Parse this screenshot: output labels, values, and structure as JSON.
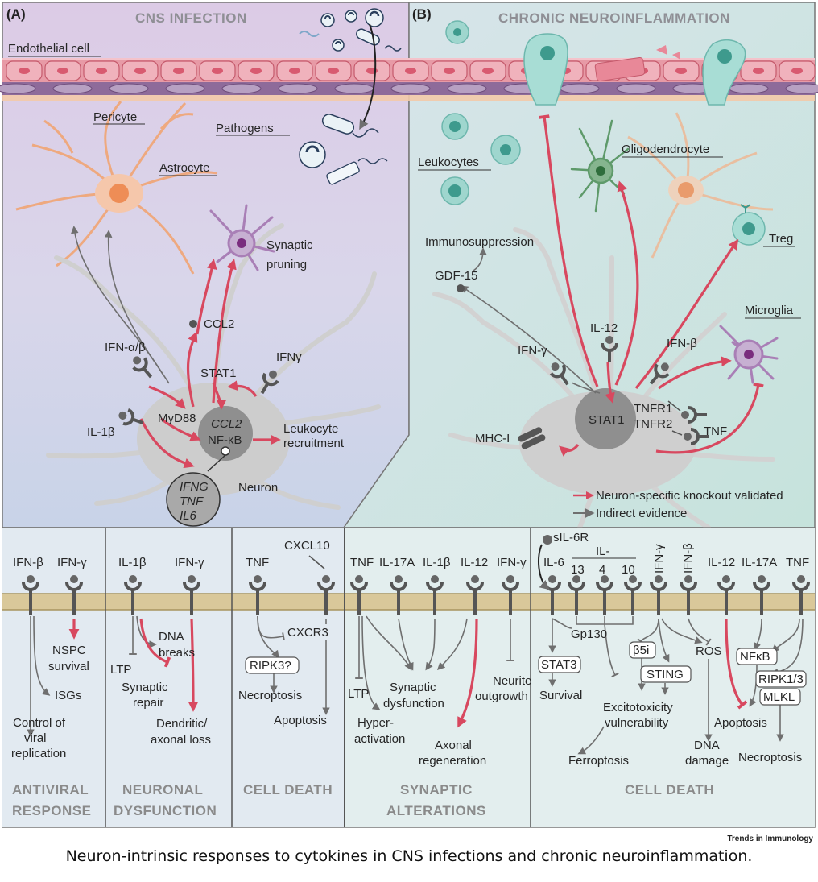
{
  "panels": {
    "a": {
      "letter": "(A)",
      "title": "CNS INFECTION"
    },
    "b": {
      "letter": "(B)",
      "title": "CHRONIC NEUROINFLAMMATION"
    }
  },
  "a_labels": {
    "endothelial": "Endothelial cell",
    "pericyte": "Pericyte",
    "pathogens": "Pathogens",
    "astrocyte": "Astrocyte",
    "synaptic_pruning_1": "Synaptic",
    "synaptic_pruning_2": "pruning",
    "ccl2": "CCL2",
    "ifn_ab": "IFN-α/β",
    "stat1": "STAT1",
    "ifng": "IFNγ",
    "il1b": "IL-1β",
    "myd88": "MyD88",
    "nucleus_ccl2": "CCL2",
    "nucleus_nfkb": "NF-κB",
    "leuko_1": "Leukocyte",
    "leuko_2": "recruitment",
    "gene_ifng": "IFNG",
    "gene_tnf": "TNF",
    "gene_il6": "IL6",
    "neuron": "Neuron"
  },
  "b_labels": {
    "leukocytes": "Leukocytes",
    "oligodendrocyte": "Oligodendrocyte",
    "immunosuppression": "Immunosuppression",
    "gdf15": "GDF-15",
    "treg": "Treg",
    "il12": "IL-12",
    "ifn_g": "IFN-γ",
    "ifn_b": "IFN-β",
    "microglia": "Microglia",
    "stat1": "STAT1",
    "tnfr1": "TNFR1",
    "tnfr2": "TNFR2",
    "tnf": "TNF",
    "mhc": "MHC-I"
  },
  "legend": {
    "red": "Neuron-specific knockout validated",
    "gray": "Indirect evidence"
  },
  "bottom_a": {
    "antiviral": {
      "receptors": [
        "IFN-β",
        "IFN-γ"
      ],
      "nspc_1": "NSPC",
      "nspc_2": "survival",
      "isgs": "ISGs",
      "ctrl_1": "Control of",
      "ctrl_2": "viral",
      "ctrl_3": "replication",
      "section_1": "ANTIVIRAL",
      "section_2": "RESPONSE"
    },
    "dysfunction": {
      "receptors": [
        "IL-1β",
        "IFN-γ"
      ],
      "dna_1": "DNA",
      "dna_2": "breaks",
      "ltp": "LTP",
      "syn_1": "Synaptic",
      "syn_2": "repair",
      "dend_1": "Dendritic/",
      "dend_2": "axonal loss",
      "section_1": "NEURONAL",
      "section_2": "DYSFUNCTION"
    },
    "death": {
      "receptors": [
        "TNF",
        "CXCL10"
      ],
      "cxcr3": "CXCR3",
      "ripk3": "RIPK3?",
      "necroptosis": "Necroptosis",
      "apoptosis": "Apoptosis",
      "section_1": "CELL DEATH"
    }
  },
  "bottom_b": {
    "synaptic": {
      "receptors": [
        "TNF",
        "IL-17A",
        "IL-1β",
        "IL-12",
        "IFN-γ"
      ],
      "syn_dys_1": "Synaptic",
      "syn_dys_2": "dysfunction",
      "neurite_1": "Neurite",
      "neurite_2": "outgrowth",
      "ltp": "LTP",
      "hyper_1": "Hyper-",
      "hyper_2": "activation",
      "axonal_1": "Axonal",
      "axonal_2": "regeneration",
      "section_1": "SYNAPTIC",
      "section_2": "ALTERATIONS"
    },
    "death": {
      "sil6r": "sIL-6R",
      "il6": "IL-6",
      "il_prefix": "IL-",
      "il_nums": [
        "13",
        "4",
        "10"
      ],
      "ifng_vert": "IFN-γ",
      "ifnb_vert": "IFN-β",
      "receptors": [
        "IL-12",
        "IL-17A",
        "TNF"
      ],
      "gp130": "Gp130",
      "stat3": "STAT3",
      "survival": "Survival",
      "b5i": "β5i",
      "sting": "STING",
      "ros": "ROS",
      "nfkb": "NFκB",
      "ripk13": "RIPK1/3",
      "mlkl": "MLKL",
      "excito_1": "Excitotoxicity",
      "excito_2": "vulnerability",
      "apoptosis": "Apoptosis",
      "ferroptosis": "Ferroptosis",
      "dna_1": "DNA",
      "dna_2": "damage",
      "necroptosis": "Necroptosis",
      "section_1": "CELL DEATH"
    }
  },
  "credit": "Trends in Immunology",
  "caption": "Neuron-intrinsic responses to cytokines in CNS infections and chronic neuroinflammation.",
  "colors": {
    "validated": "#d8485f",
    "indirect": "#6f6f6f",
    "endothelium": "#e99aa6",
    "pericyte": "#8d6c97",
    "astrocyte": "#f4b28a",
    "neuron": "#c8c8c8"
  }
}
